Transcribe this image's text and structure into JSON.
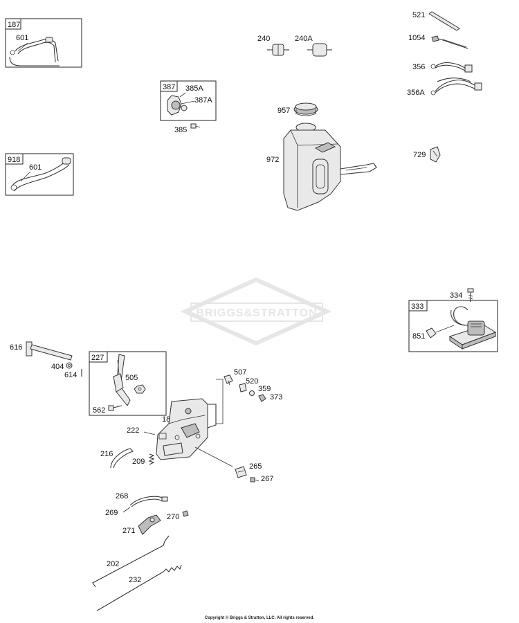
{
  "diagram": {
    "watermark": "BRIGGS&STRATTON",
    "copyright": "Copyright © Briggs & Stratton, LLC. All rights reserved.",
    "boxes": {
      "b187": "187",
      "b387": "387",
      "b918": "918",
      "b333": "333",
      "b227": "227"
    },
    "parts": {
      "p601a": "601",
      "p601b": "601",
      "p385A": "385A",
      "p387A": "387A",
      "p385": "385",
      "p240": "240",
      "p240A": "240A",
      "p957": "957",
      "p972": "972",
      "p521": "521",
      "p1054": "1054",
      "p356": "356",
      "p356A": "356A",
      "p729": "729",
      "p334": "334",
      "p851": "851",
      "p616": "616",
      "p404": "404",
      "p614": "614",
      "p505": "505",
      "p562": "562",
      "p507": "507",
      "p520": "520",
      "p359": "359",
      "p373": "373",
      "p188": "188",
      "p222": "222",
      "p216": "216",
      "p209": "209",
      "p265": "265",
      "p267": "267",
      "p268": "268",
      "p269": "269",
      "p270": "270",
      "p271": "271",
      "p202": "202",
      "p232": "232"
    }
  }
}
